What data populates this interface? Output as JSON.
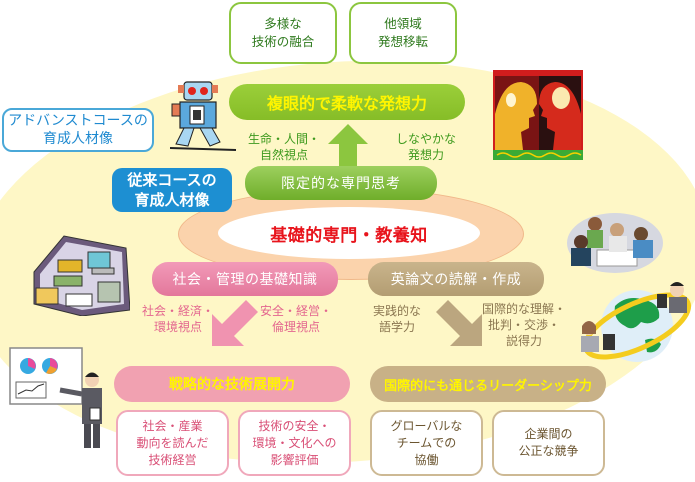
{
  "top_boxes": [
    {
      "text": "多様な\n技術の融合"
    },
    {
      "text": "他領域\n発想移転"
    }
  ],
  "advanced_course_label": "アドバンストコースの\n育成人材像",
  "conventional_course_label": "従来コースの\n育成人材像",
  "upper_goal": "複眼的で柔軟な発想力",
  "upper_left_label": "生命・人間・\n自然視点",
  "upper_right_label": "しなやかな\n発想力",
  "limited_thinking": "限定的な専門思考",
  "core": "基礎的専門・教養知",
  "left_branch": {
    "title": "社会・管理の基礎知識",
    "label_left": "社会・経済・\n環境視点",
    "label_right": "安全・経営・\n倫理視点",
    "outcome": "戦略的な技術展開力",
    "boxes": [
      "社会・産業\n動向を読んだ\n技術経営",
      "技術の安全・\n環境・文化への\n影響評価"
    ]
  },
  "right_branch": {
    "title": "英論文の読解・作成",
    "label_left": "実践的な\n語学力",
    "label_right": "国際的な理解・\n批判・交渉・\n説得力",
    "outcome": "国際的にも通じるリーダーシップ力",
    "boxes": [
      "グローバルな\nチームでの\n協働",
      "企業間の\n公正な競争"
    ]
  },
  "illustrations": [
    "robot-illustration",
    "two-faces-lightbulb-illustration",
    "business-collage-illustration",
    "meeting-group-illustration",
    "globe-network-illustration",
    "presenter-whiteboard-illustration"
  ],
  "colors": {
    "green": "#8cc63f",
    "blue": "#1d8fd2",
    "pink": "#e3779b",
    "tan": "#b39d72",
    "core_red": "#e8141c",
    "cream": "#fef7c6"
  }
}
